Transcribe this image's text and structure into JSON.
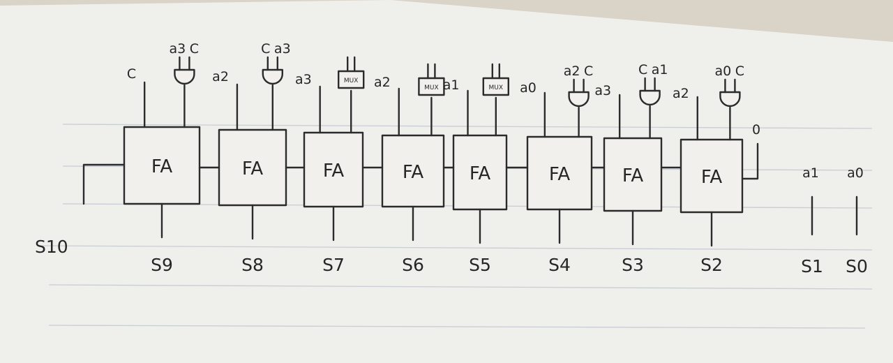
{
  "adders": [
    {
      "label": "FA",
      "sum": "S9",
      "a": "C",
      "gate": "and",
      "gate_inputs": [
        "a3",
        "C"
      ]
    },
    {
      "label": "FA",
      "sum": "S8",
      "a": "a2",
      "gate": "and",
      "gate_inputs": [
        "C",
        "a3"
      ]
    },
    {
      "label": "FA",
      "sum": "S7",
      "a": "a3",
      "gate": "mux",
      "gate_label": "MUX",
      "gate_inputs": [
        "",
        ""
      ]
    },
    {
      "label": "FA",
      "sum": "S6",
      "a": "a2",
      "gate": "mux",
      "gate_label": "MUX",
      "gate_inputs": [
        "",
        ""
      ]
    },
    {
      "label": "FA",
      "sum": "S5",
      "a": "a1",
      "gate": "mux",
      "gate_label": "MUX",
      "gate_inputs": [
        "",
        ""
      ]
    },
    {
      "label": "FA",
      "sum": "S4",
      "a": "a0",
      "gate": "and",
      "gate_inputs": [
        "a2",
        "C"
      ]
    },
    {
      "label": "FA",
      "sum": "S3",
      "a": "a3",
      "gate": "and",
      "gate_inputs": [
        "C",
        "a1"
      ]
    },
    {
      "label": "FA",
      "sum": "S2",
      "a": "a2",
      "gate": "and",
      "gate_inputs": [
        "a0",
        "C"
      ]
    }
  ],
  "carry_in": "0",
  "carry_out": "S10",
  "passthrough": [
    {
      "input": "a1",
      "output": "S1"
    },
    {
      "input": "a0",
      "output": "S0"
    }
  ]
}
